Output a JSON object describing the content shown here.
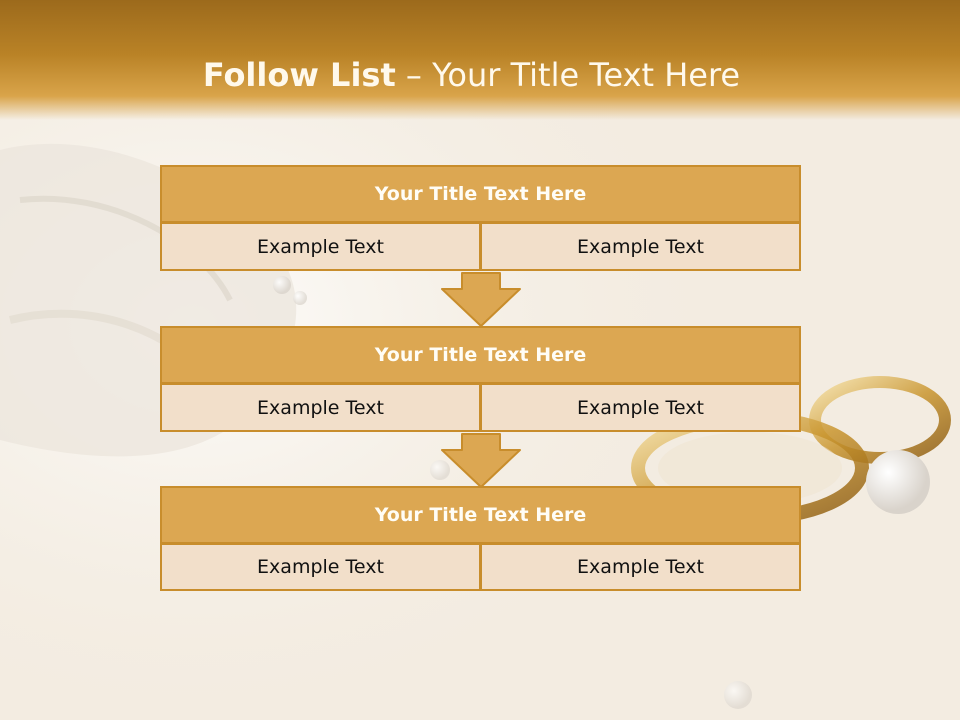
{
  "slide": {
    "title_bold": "Follow List",
    "title_rest": " – Your Title Text Here"
  },
  "steps": [
    {
      "title": "Your Title Text Here",
      "left": "Example Text",
      "right": "Example Text"
    },
    {
      "title": "Your Title Text Here",
      "left": "Example Text",
      "right": "Example Text"
    },
    {
      "title": "Your Title Text Here",
      "left": "Example Text",
      "right": "Example Text"
    }
  ],
  "colors": {
    "header_bar": "#b98226",
    "box_header": "#dca752",
    "box_border": "#c88d2c",
    "box_cell": "#f2dfca",
    "arrow": "#dca752"
  }
}
